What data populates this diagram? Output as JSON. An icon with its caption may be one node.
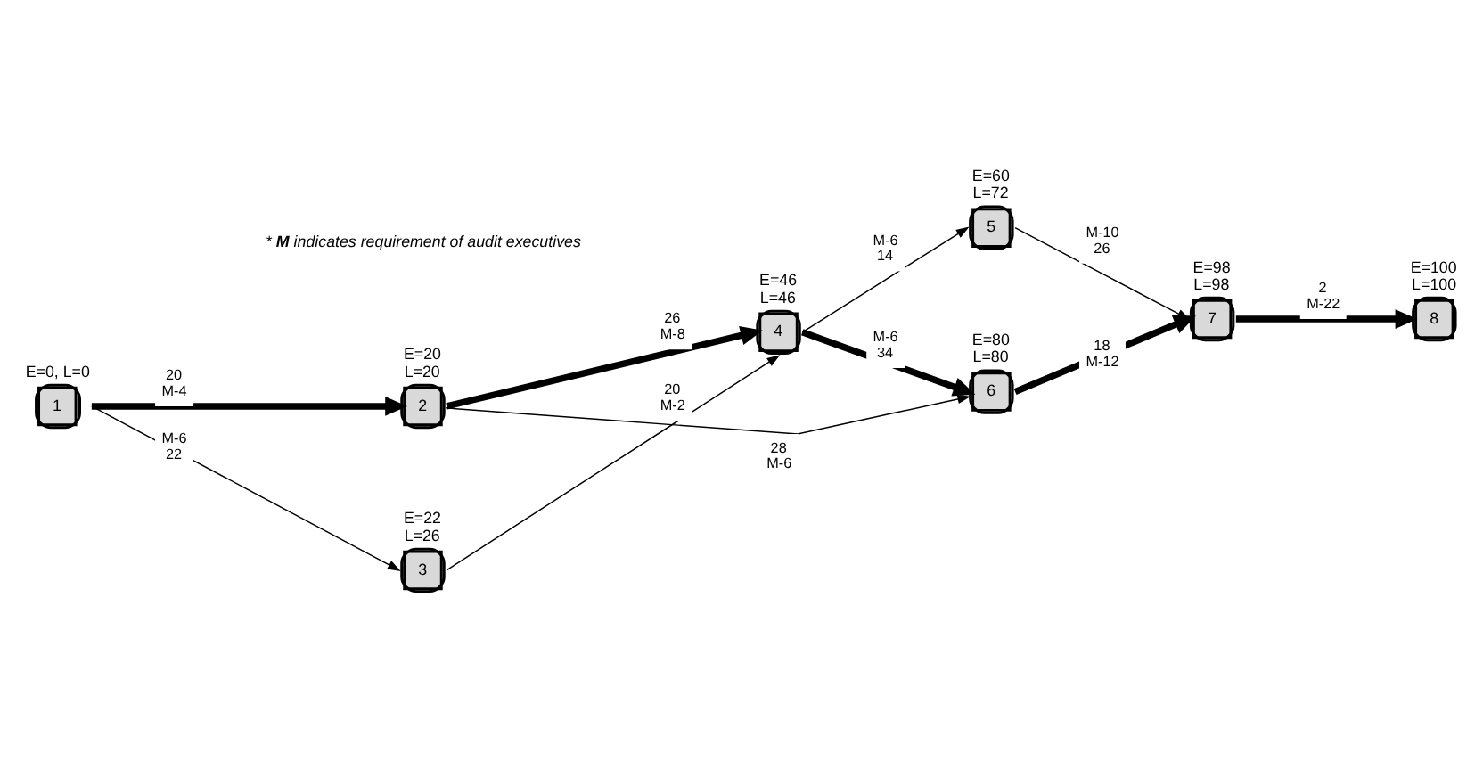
{
  "diagram": {
    "nodes": [
      {
        "text": [
          "1"
        ],
        "beside": [
          "E=0, L=0"
        ]
      },
      {
        "text": [
          "2"
        ],
        "beside": [
          "E=20",
          "L=20"
        ]
      },
      {
        "text": [
          "3"
        ],
        "beside": [
          "E=22",
          "L=26"
        ]
      },
      {
        "text": [
          "4"
        ],
        "beside": [
          "E=46",
          "L=46"
        ]
      },
      {
        "text": [
          "5"
        ],
        "beside": [
          "E=60",
          "L=72"
        ]
      },
      {
        "text": [
          "6"
        ],
        "beside": [
          "E=80",
          "L=80"
        ]
      },
      {
        "text": [
          "7"
        ],
        "beside": [
          "E=98",
          "L=98"
        ]
      },
      {
        "text": [
          "8"
        ],
        "beside": [
          "E=100",
          "L=100"
        ]
      }
    ],
    "edges": [
      {
        "from": 0,
        "to": 1,
        "arrow": "to",
        "label": "20 M-4",
        "style": "thick"
      },
      {
        "from": 0,
        "to": 2,
        "arrow": "to",
        "label": "M-6 22"
      },
      {
        "from": 1,
        "to": 5,
        "arrow": "to",
        "label": "28 M-6"
      },
      {
        "from": 1,
        "to": 3,
        "arrow": "to",
        "label": "26 M-8",
        "style": "thick"
      },
      {
        "from": 2,
        "to": 3,
        "arrow": "to",
        "label": "20 M-2"
      },
      {
        "from": 3,
        "to": 5,
        "arrow": "to",
        "label": "M-6 34",
        "style": "thick"
      },
      {
        "from": 3,
        "to": 4,
        "arrow": "to",
        "label": "M-6 14"
      },
      {
        "from": 5,
        "to": 6,
        "arrow": "to",
        "label": "18 M-12",
        "style": "thick"
      },
      {
        "from": 4,
        "to": 6,
        "arrow": "to",
        "label": "M-10 26"
      },
      {
        "from": 6,
        "to": 7,
        "arrow": "to",
        "label": "2 M-22",
        "style": "thick"
      }
    ],
    "labels": [
      "* **M** indicates requirement of audit executives"
    ]
  }
}
